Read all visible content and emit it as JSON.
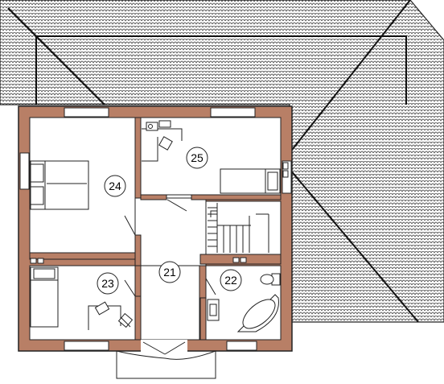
{
  "colors": {
    "wall": "#B87F66",
    "wall_outline": "#222222",
    "roof_tile": "#333333",
    "background": "#FFFFFF"
  },
  "rooms": [
    {
      "id": "21",
      "label": "21"
    },
    {
      "id": "22",
      "label": "22"
    },
    {
      "id": "23",
      "label": "23"
    },
    {
      "id": "24",
      "label": "24"
    },
    {
      "id": "25",
      "label": "25"
    }
  ],
  "icons": [
    "roof-tiles-icon",
    "double-bed-icon",
    "single-bed-icon",
    "desk-chair-icon",
    "staircase-icon",
    "bathtub-icon",
    "toilet-icon",
    "washbasin-icon",
    "electrical-socket-icon"
  ]
}
